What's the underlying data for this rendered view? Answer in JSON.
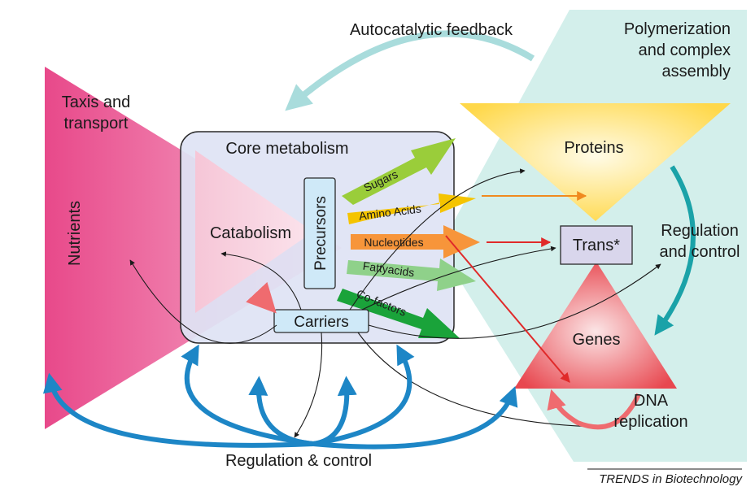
{
  "labels": {
    "autocatalytic": "Autocatalytic feedback",
    "polymerization_1": "Polymerization",
    "polymerization_2": "and complex",
    "polymerization_3": "assembly",
    "taxis_1": "Taxis and",
    "taxis_2": "transport",
    "nutrients": "Nutrients",
    "core_metabolism": "Core metabolism",
    "catabolism": "Catabolism",
    "precursors": "Precursors",
    "carriers": "Carriers",
    "proteins": "Proteins",
    "trans": "Trans*",
    "genes": "Genes",
    "regulation_right_1": "Regulation",
    "regulation_right_2": "and control",
    "dna_1": "DNA",
    "dna_2": "replication",
    "regulation_bottom": "Regulation & control",
    "credit": "TRENDS in Biotechnology"
  },
  "products": [
    {
      "label": "Sugars",
      "color": "#9acd3a"
    },
    {
      "label": "Amino Acids",
      "color": "#f5c400"
    },
    {
      "label": "Nucleotides",
      "color": "#f7953a"
    },
    {
      "label": "Fattyacids",
      "color": "#8fd18a"
    },
    {
      "label": "Co-factors",
      "color": "#1aa33a"
    }
  ],
  "colors": {
    "nutrients": "#e8498a",
    "core_box": "#dfe3f4",
    "teal_bg": "#d3efeb",
    "proteins": "#ffd84a",
    "genes": "#e8474f",
    "regulation_arrows": "#1d86c6",
    "teal_arrow": "#1aa2a8"
  }
}
